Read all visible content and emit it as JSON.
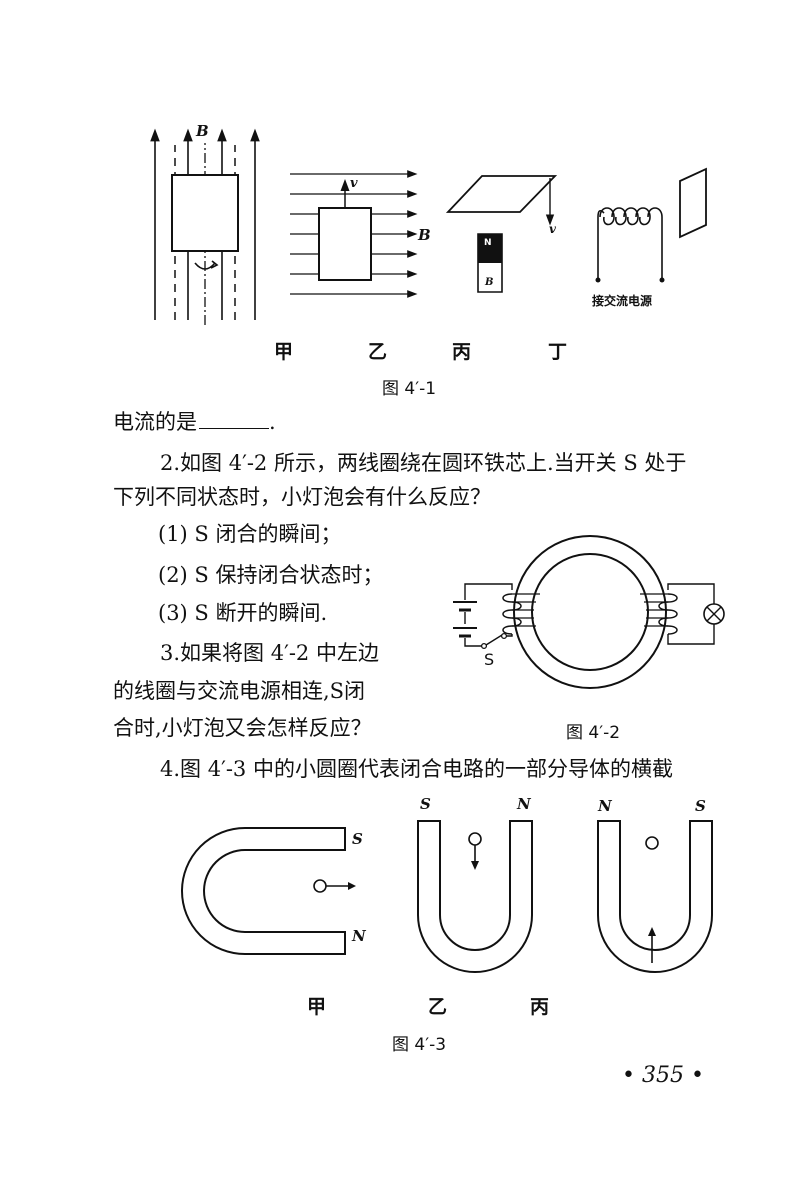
{
  "figure_1": {
    "field_label": "B",
    "velocity_label": "v",
    "b_label_yi": "B",
    "magnet_top_label": "N",
    "magnet_bottom_label": "B",
    "velocity_label_bing": "v",
    "ac_label": "接交流电源",
    "sub_labels": [
      "甲",
      "乙",
      "丙",
      "丁"
    ],
    "caption": "图  4′-1"
  },
  "text": {
    "line1_prefix": "电流的是",
    "line1_suffix": ".",
    "q2_line1": "2.如图 4′-2 所示，两线圈绕在圆环铁芯上.当开关 S 处于",
    "q2_line2": "下列不同状态时，小灯泡会有什么反应？",
    "q2_item1": "(1) S 闭合的瞬间；",
    "q2_item2": "(2) S 保持闭合状态时；",
    "q2_item3": "(3) S 断开的瞬间.",
    "q3_line1": "3.如果将图 4′-2 中左边",
    "q3_line2": "的线圈与交流电源相连,S闭",
    "q3_line3": "合时,小灯泡又会怎样反应？",
    "q4_line1": "4.图 4′-3 中的小圆圈代表闭合电路的一部分导体的横截"
  },
  "figure_2": {
    "switch_label": "S",
    "caption": "图    4′-2"
  },
  "figure_3": {
    "jia_s": "S",
    "jia_n": "N",
    "yi_s": "S",
    "yi_n": "N",
    "bing_n": "N",
    "bing_s": "S",
    "sub_labels": [
      "甲",
      "乙",
      "丙"
    ],
    "caption": "图    4′-3"
  },
  "page_number": "• 355 •"
}
